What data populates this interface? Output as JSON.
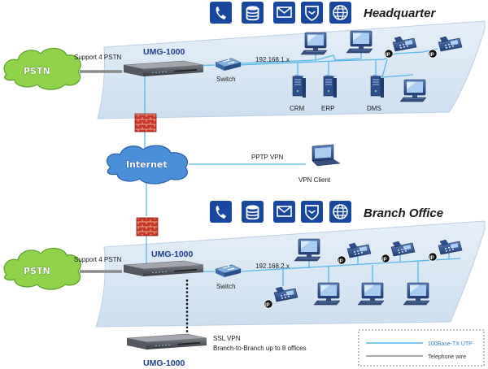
{
  "headquarter": {
    "title": "Headquarter",
    "device": "UMG-1000",
    "pstn": "PSTN",
    "pstn_support": "Support 4 PSTN",
    "switch": "Switch",
    "subnet": "192.168.1.x",
    "servers": [
      "CRM",
      "ERP",
      "DMS"
    ],
    "ip_badge": "IP"
  },
  "internet": {
    "label": "Internet",
    "pptp": "PPTP VPN",
    "vpn_client": "VPN Client"
  },
  "branch": {
    "title": "Branch Office",
    "device": "UMG-1000",
    "pstn": "PSTN",
    "pstn_support": "Support 4 PSTN",
    "switch": "Switch",
    "subnet": "192.168.2.x",
    "ip_badge": "IP"
  },
  "remote": {
    "device": "UMG-1000",
    "ssl_vpn": "SSL VPN",
    "branch_note": "Branch-to-Branch up to 8 offices"
  },
  "legend": {
    "utp": "100Base-TX UTP",
    "phone": "Telephone wire"
  },
  "icons": [
    "phone-icon",
    "database-icon",
    "mail-icon",
    "shield-icon",
    "globe-icon"
  ],
  "colors": {
    "icon_bg": "#17479e",
    "platform": "#dbe8f4",
    "utp_line": "#55b8e8",
    "phone_line": "#8a8a8a",
    "pstn_cloud": "#8fd34a",
    "internet_cloud": "#4a8fd8",
    "firewall": "#c8362a"
  }
}
